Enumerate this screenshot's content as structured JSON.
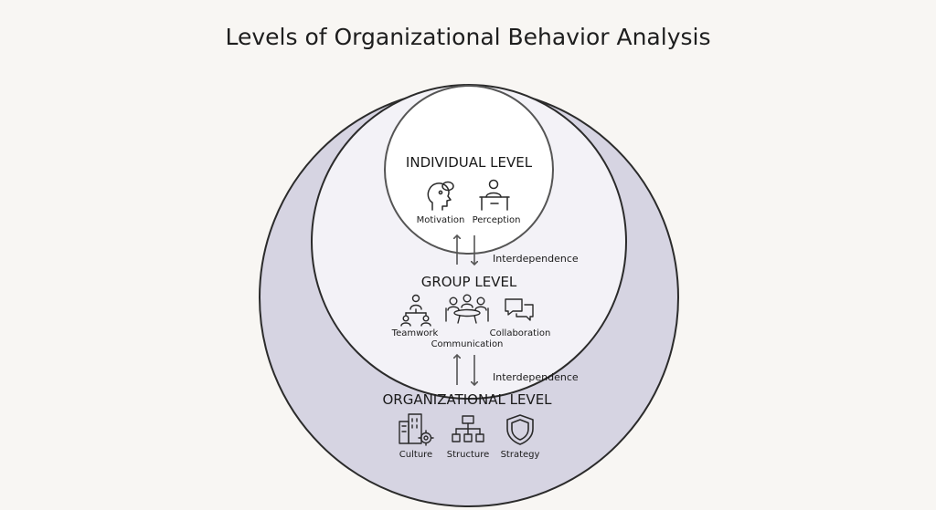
{
  "title": "Levels of Organizational Behavior Analysis",
  "colors": {
    "background": "#f8f6f3",
    "outer_ring_fill": "#d6d4e2",
    "middle_fill": "#f3f2f7",
    "inner_fill": "#ffffff",
    "stroke": "#2b2b2b",
    "arrow": "#555555"
  },
  "individual": {
    "heading": "INDIVIDUAL LEVEL",
    "items": [
      {
        "label": "Motivation",
        "icon": "head-thought-icon"
      },
      {
        "label": "Perception",
        "icon": "person-at-desk-icon"
      }
    ]
  },
  "arrows_upper": {
    "label": "Interdependence"
  },
  "group": {
    "heading": "GROUP LEVEL",
    "items": [
      {
        "label": "Teamwork",
        "icon": "team-hierarchy-icon"
      },
      {
        "label": "Communication",
        "icon": "meeting-table-icon"
      },
      {
        "label": "Collaboration",
        "icon": "chat-bubbles-icon"
      }
    ]
  },
  "arrows_lower": {
    "label": "Interdependence"
  },
  "organizational": {
    "heading": "ORGANIZATIONAL LEVEL",
    "items": [
      {
        "label": "Culture",
        "icon": "building-gear-icon"
      },
      {
        "label": "Structure",
        "icon": "org-chart-icon"
      },
      {
        "label": "Strategy",
        "icon": "shield-icon"
      }
    ]
  }
}
